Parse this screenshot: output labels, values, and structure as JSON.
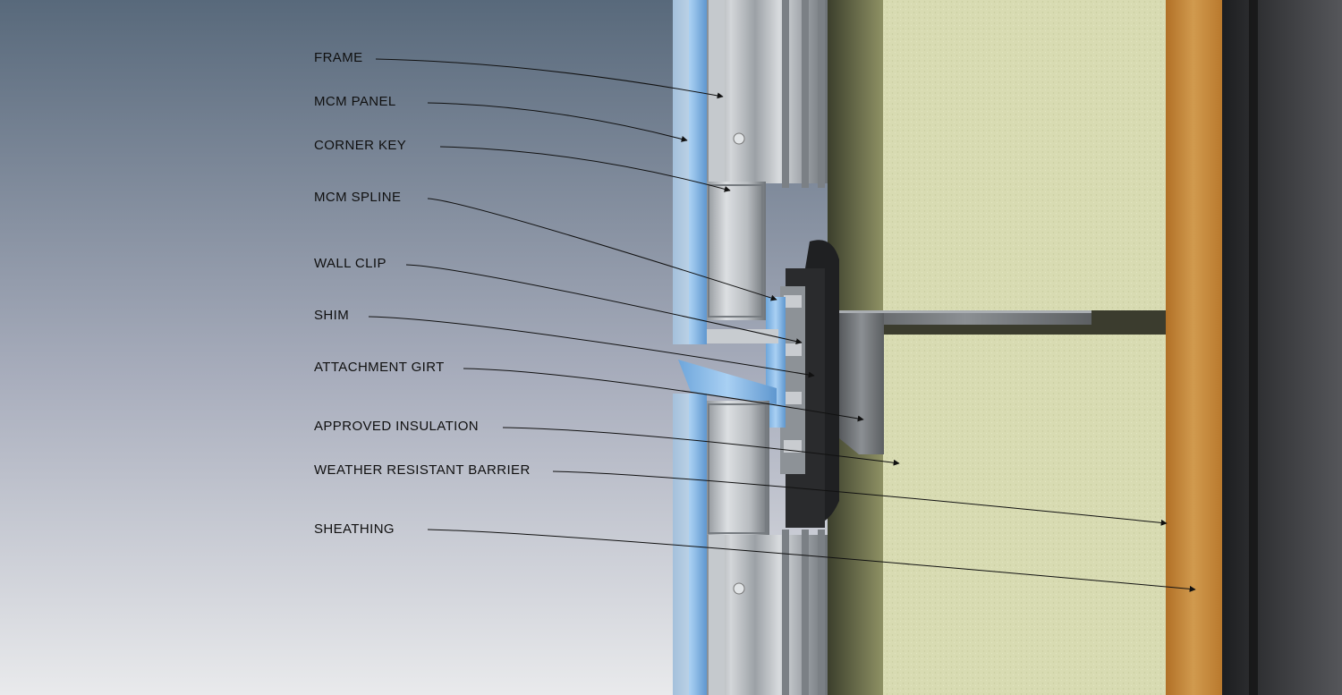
{
  "diagram": {
    "callouts": [
      {
        "id": "frame",
        "text": "FRAME"
      },
      {
        "id": "mcm-panel",
        "text": "MCM PANEL"
      },
      {
        "id": "corner-key",
        "text": "CORNER KEY"
      },
      {
        "id": "mcm-spline",
        "text": "MCM SPLINE"
      },
      {
        "id": "wall-clip",
        "text": "WALL CLIP"
      },
      {
        "id": "shim",
        "text": "SHIM"
      },
      {
        "id": "attachment-girt",
        "text": "ATTACHMENT GIRT"
      },
      {
        "id": "approved-insulation",
        "text": "APPROVED INSULATION"
      },
      {
        "id": "weather-resistant-barrier",
        "text": "WEATHER RESISTANT BARRIER"
      },
      {
        "id": "sheathing",
        "text": "SHEATHING"
      }
    ]
  },
  "colors": {
    "background_top": "#58697b",
    "background_bottom": "#e9eaec",
    "panel_blue": "#7fb6e6",
    "insulation": "#d9dcb2",
    "sheathing_wood": "#c98a3c",
    "stud_dark": "#2a2a2c",
    "label_text": "#101010"
  }
}
